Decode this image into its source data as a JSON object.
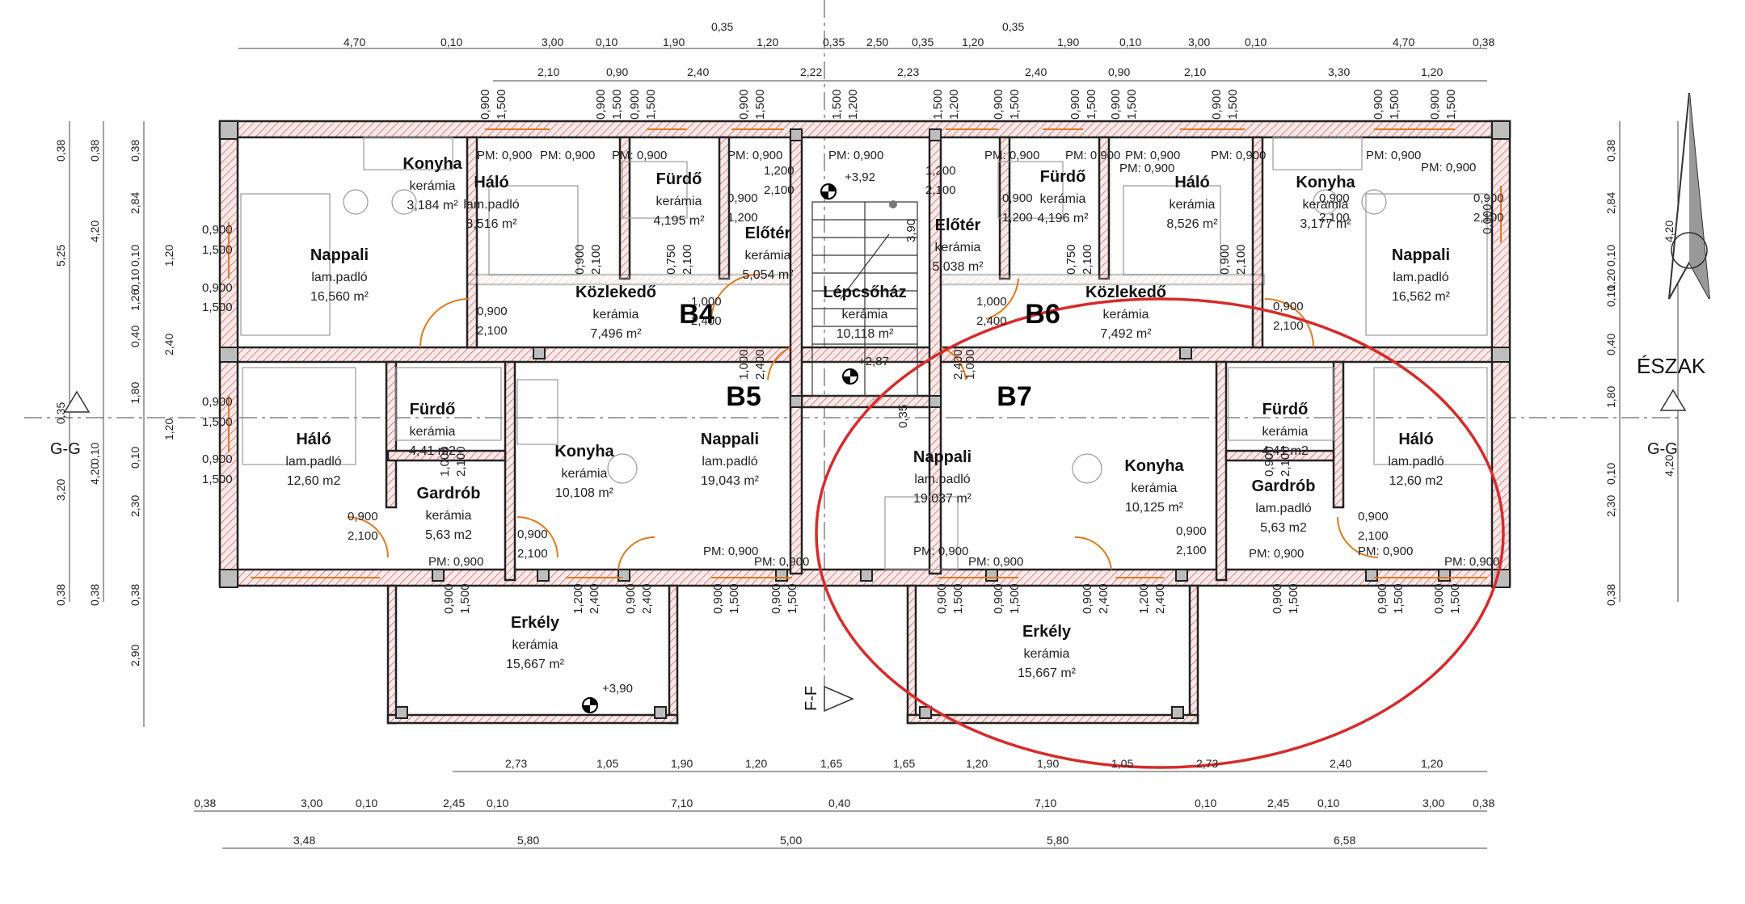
{
  "drawing": {
    "north_label": "ÉSZAK",
    "section_gg": "G-G",
    "section_ff": "F-F",
    "units": [
      "B4",
      "B5",
      "B6",
      "B7"
    ],
    "top_dims_row1": [
      "4,70",
      "0,10",
      "3,00",
      "0,10",
      "1,90",
      "1,20",
      "0,35",
      "2,50",
      "0,35",
      "1,20",
      "1,90",
      "0,10",
      "3,00",
      "0,10",
      "4,70",
      "0,38"
    ],
    "top_dims_035": [
      "0,35",
      "0,35"
    ],
    "top_dims_row2": [
      "2,10",
      "0,90",
      "2,40",
      "2,22",
      "2,23",
      "2,40",
      "0,90",
      "2,10",
      "3,30",
      "1,20"
    ],
    "bottom_dims_row1": [
      "2,73",
      "1,05",
      "1,90",
      "1,20",
      "1,65",
      "1,65",
      "1,20",
      "1,90",
      "1,05",
      "2,73",
      "2,40",
      "1,20"
    ],
    "bottom_dims_row2": [
      "0,38",
      "3,00",
      "0,10",
      "2,45",
      "0,10",
      "7,10",
      "0,40",
      "7,10",
      "0,10",
      "2,45",
      "0,10",
      "3,00",
      "0,38"
    ],
    "bottom_dims_row3": [
      "3,48",
      "5,80",
      "5,00",
      "5,80",
      "6,58"
    ],
    "left_dims_outer": [
      "0,38",
      "5,25",
      "0,35",
      "3,20",
      "0,38"
    ],
    "left_dims_mid": [
      "0,38",
      "4,20",
      "0,10",
      "4,20",
      "0,38"
    ],
    "left_dims_inner": [
      "0,38",
      "2,84",
      "0,10",
      "1,20",
      "0,10",
      "1,26",
      "0,40",
      "2,40",
      "1,80",
      "1,20",
      "0,10",
      "2,30",
      "0,38",
      "2,90"
    ],
    "right_dims": [
      "0,38",
      "2,84",
      "4,20",
      "0,10",
      "1,20",
      "0,10",
      "0,40",
      "1,80",
      "4,20",
      "0,10",
      "2,30",
      "0,38"
    ],
    "rooms": [
      {
        "name": "Konyha",
        "floor": "kerámia",
        "area": "3,184 m²"
      },
      {
        "name": "Háló",
        "floor": "lam.padló",
        "area": "8,516 m²"
      },
      {
        "name": "Fürdő",
        "floor": "kerámia",
        "area": "4,195 m²"
      },
      {
        "name": "Nappali",
        "floor": "lam.padló",
        "area": "16,560 m²"
      },
      {
        "name": "Közlekedő",
        "floor": "kerámia",
        "area": "7,496 m²"
      },
      {
        "name": "Előtér",
        "floor": "kerámia",
        "area": "5,054 m²"
      },
      {
        "name": "Lépcsőház",
        "floor": "kerámia",
        "area": "10,118 m²"
      },
      {
        "name": "Előtér",
        "floor": "kerámia",
        "area": "5,038 m²"
      },
      {
        "name": "Fürdő",
        "floor": "kerámia",
        "area": "4,196 m²"
      },
      {
        "name": "Háló",
        "floor": "kerámia",
        "area": "8,526 m²"
      },
      {
        "name": "Konyha",
        "floor": "kerámia",
        "area": "3,177 m²"
      },
      {
        "name": "Nappali",
        "floor": "lam.padló",
        "area": "16,562 m²"
      },
      {
        "name": "Közlekedő",
        "floor": "kerámia",
        "area": "7,492 m²"
      },
      {
        "name": "Háló",
        "floor": "lam.padló",
        "area": "12,60 m2"
      },
      {
        "name": "Fürdő",
        "floor": "kerámia",
        "area": "4,41 m2"
      },
      {
        "name": "Gardrób",
        "floor": "kerámia",
        "area": "5,63 m2"
      },
      {
        "name": "Konyha",
        "floor": "kerámia",
        "area": "10,108 m²"
      },
      {
        "name": "Nappali",
        "floor": "lam.padló",
        "area": "19,043 m²"
      },
      {
        "name": "Nappali",
        "floor": "lam.padló",
        "area": "19,037 m²"
      },
      {
        "name": "Konyha",
        "floor": "kerámia",
        "area": "10,125 m²"
      },
      {
        "name": "Fürdő",
        "floor": "kerámia",
        "area": "4,41 m2"
      },
      {
        "name": "Gardrób",
        "floor": "lam.padló",
        "area": "5,63 m2"
      },
      {
        "name": "Háló",
        "floor": "lam.padló",
        "area": "12,60 m2"
      },
      {
        "name": "Erkély",
        "floor": "kerámia",
        "area": "15,667 m²"
      },
      {
        "name": "Erkély",
        "floor": "kerámia",
        "area": "15,667 m²"
      }
    ],
    "levels": [
      "+3,92",
      "+2,87",
      "+3,90"
    ],
    "pm_label": "PM: 0,900",
    "opening_labels": [
      "0,900",
      "2,100",
      "1,000",
      "2,400",
      "1,200",
      "1,500",
      "0,750",
      "0,000",
      "0,35",
      "3,90"
    ],
    "highlight_color": "#d62b2b",
    "wall_hatch_color": "#d44b4b",
    "opening_color": "#e07a1e"
  }
}
